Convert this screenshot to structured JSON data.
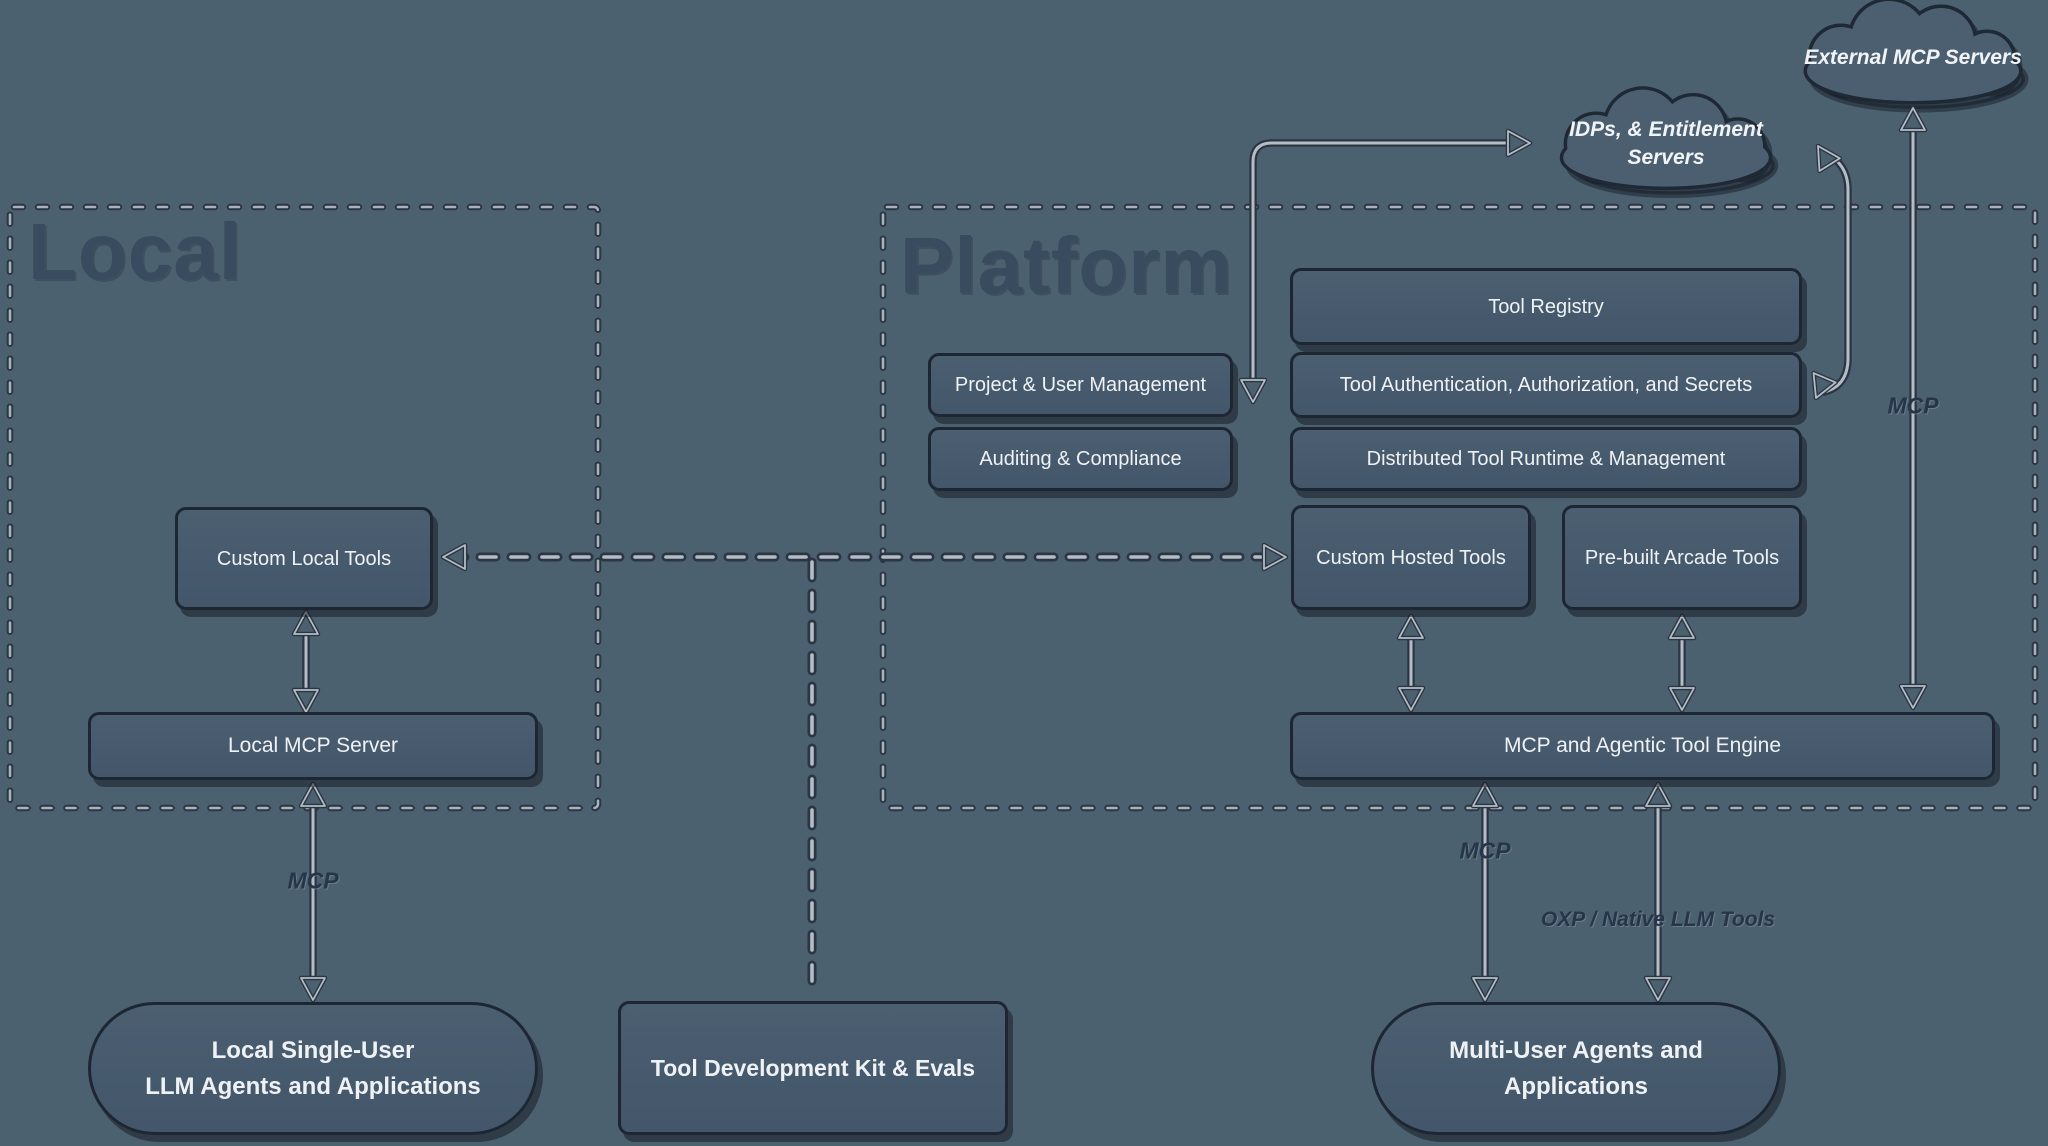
{
  "containers": {
    "local": {
      "title": "Local"
    },
    "platform": {
      "title": "Platform"
    }
  },
  "clouds": {
    "external": {
      "label": "External MCP Servers"
    },
    "idps": {
      "label_line1": "IDPs, & Entitlement",
      "label_line2": "Servers"
    }
  },
  "boxes": {
    "custom_local_tools": "Custom Local Tools",
    "local_mcp_server": "Local MCP Server",
    "project_user_mgmt": "Project & User Management",
    "auditing_compliance": "Auditing & Compliance",
    "tool_registry": "Tool Registry",
    "tool_auth": "Tool Authentication, Authorization, and Secrets",
    "distributed_runtime": "Distributed Tool Runtime & Management",
    "custom_hosted_tools": "Custom Hosted Tools",
    "prebuilt_arcade_tools": "Pre-built Arcade Tools",
    "engine": "MCP and Agentic Tool Engine",
    "tdk": "Tool Development Kit & Evals"
  },
  "pills": {
    "local_agents": {
      "line1": "Local Single-User",
      "line2": "LLM Agents and Applications"
    },
    "multi_user_agents": {
      "line1": "Multi-User Agents and",
      "line2": "Applications"
    }
  },
  "edge_labels": {
    "local_mcp": "MCP",
    "engine_mcp": "MCP",
    "external_mcp": "MCP",
    "oxp": "OXP / Native LLM Tools"
  },
  "colors": {
    "background": "#4c616f",
    "box_fill_top": "#4b5f71",
    "box_fill_bottom": "#43566a",
    "box_border": "#1d2734",
    "box_text": "#eff2f5",
    "connector_light": "#b4bdc5",
    "connector_dark": "#2b3543",
    "dash_light": "#a8b2bc",
    "title": "#394b5e",
    "edge_label": "#26354a"
  }
}
